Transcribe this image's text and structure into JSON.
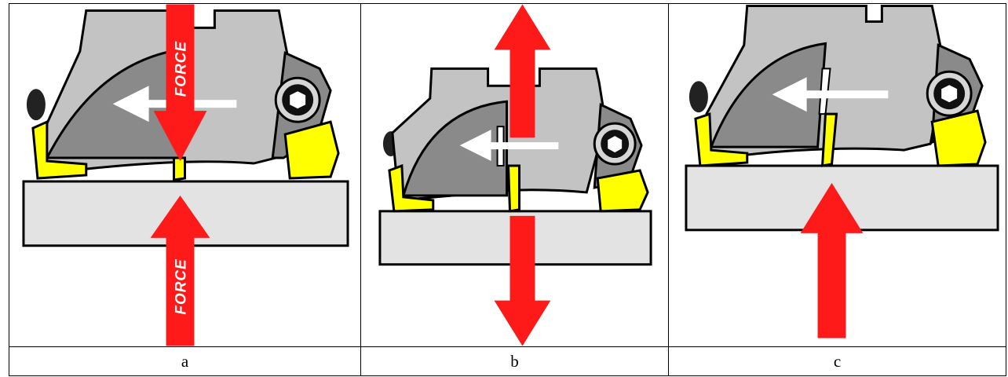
{
  "panels": [
    {
      "id": "a",
      "caption": "a",
      "force_label_top": "FORCE",
      "force_label_bottom": "FORCE"
    },
    {
      "id": "b",
      "caption": "b"
    },
    {
      "id": "c",
      "caption": "c"
    }
  ],
  "colors": {
    "force_arrow": "#ff1a1a",
    "motion_arrow": "#ffffff",
    "cutter_body": "#c3c3c3",
    "cutter_recess": "#8a8a8a",
    "insert": "#ffff00",
    "workpiece": "#e3e3e3",
    "outline": "#000000"
  },
  "icons": [
    "hex-socket-screw-icon",
    "force-arrow-icon",
    "motion-arrow-icon"
  ]
}
